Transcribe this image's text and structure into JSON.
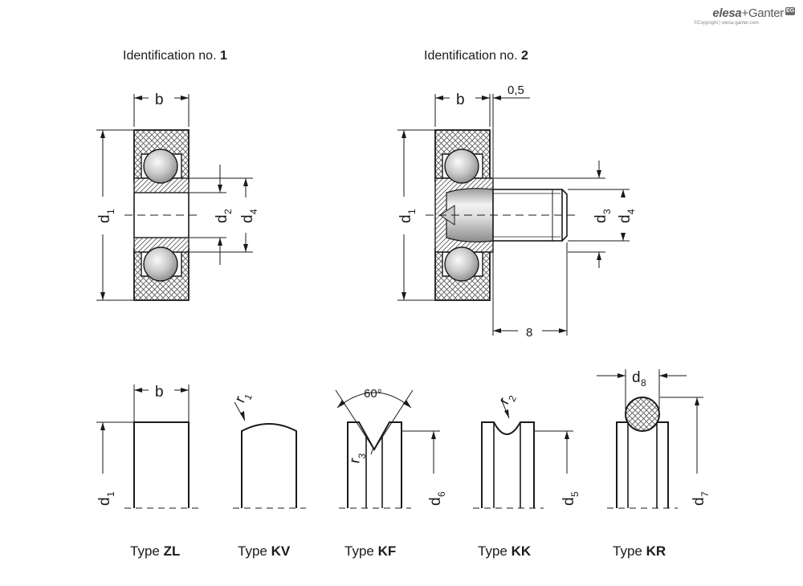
{
  "brand": {
    "logo_part1": "elesa",
    "logo_plus": "+",
    "logo_part2": "Ganter",
    "mark": "EG",
    "copyright": "©Copyright | elesa-ganter.com"
  },
  "titles": {
    "id1_prefix": "Identification no. ",
    "id1_num": "1",
    "id2_prefix": "Identification no. ",
    "id2_num": "2"
  },
  "dims": {
    "b": "b",
    "d": "d",
    "r": "r",
    "sub_1": "1",
    "sub_2": "2",
    "sub_3": "3",
    "sub_4": "4",
    "sub_5": "5",
    "sub_6": "6",
    "sub_7": "7",
    "sub_8": "8",
    "offset_05": "0,5",
    "length_8": "8",
    "angle_60": "60°"
  },
  "types": [
    {
      "prefix": "Type ",
      "code": "ZL"
    },
    {
      "prefix": "Type ",
      "code": "KV"
    },
    {
      "prefix": "Type ",
      "code": "KF"
    },
    {
      "prefix": "Type ",
      "code": "KK"
    },
    {
      "prefix": "Type ",
      "code": "KR"
    }
  ]
}
